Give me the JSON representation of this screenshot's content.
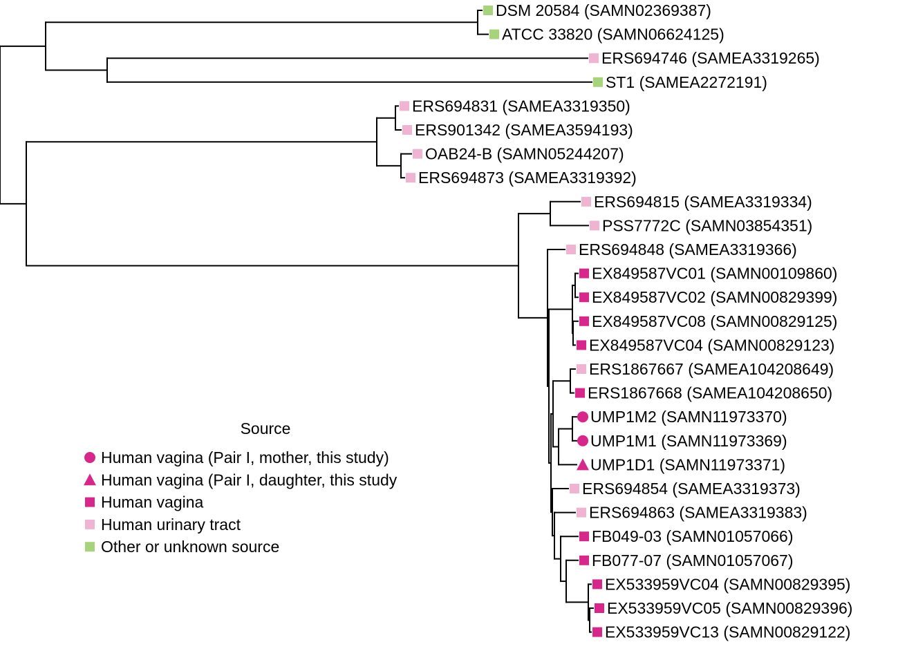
{
  "colors": {
    "vagina_this_study": "#d6288a",
    "vagina": "#d6288a",
    "urinary": "#eeb4d2",
    "other": "#a7d37c",
    "line": "#000000"
  },
  "tips": [
    {
      "id": "DSM",
      "label": "DSM 20584 (SAMN02369387)",
      "cat": "other",
      "shape": "square"
    },
    {
      "id": "ATCC",
      "label": "ATCC 33820 (SAMN06624125)",
      "cat": "other",
      "shape": "square"
    },
    {
      "id": "E746",
      "label": "ERS694746 (SAMEA3319265)",
      "cat": "urinary",
      "shape": "square"
    },
    {
      "id": "ST1",
      "label": "ST1 (SAMEA2272191)",
      "cat": "other",
      "shape": "square"
    },
    {
      "id": "E831",
      "label": "ERS694831 (SAMEA3319350)",
      "cat": "urinary",
      "shape": "square"
    },
    {
      "id": "E342",
      "label": "ERS901342 (SAMEA3594193)",
      "cat": "urinary",
      "shape": "square"
    },
    {
      "id": "OAB",
      "label": "OAB24-B (SAMN05244207)",
      "cat": "urinary",
      "shape": "square"
    },
    {
      "id": "E873",
      "label": "ERS694873 (SAMEA3319392)",
      "cat": "urinary",
      "shape": "square"
    },
    {
      "id": "E815",
      "label": "ERS694815 (SAMEA3319334)",
      "cat": "urinary",
      "shape": "square"
    },
    {
      "id": "PSS",
      "label": "PSS7772C (SAMN03854351)",
      "cat": "urinary",
      "shape": "square"
    },
    {
      "id": "E848",
      "label": "ERS694848 (SAMEA3319366)",
      "cat": "urinary",
      "shape": "square"
    },
    {
      "id": "V01",
      "label": "EX849587VC01 (SAMN00109860)",
      "cat": "vagina",
      "shape": "square"
    },
    {
      "id": "V02",
      "label": "EX849587VC02 (SAMN00829399)",
      "cat": "vagina",
      "shape": "square"
    },
    {
      "id": "V08",
      "label": "EX849587VC08 (SAMN00829125)",
      "cat": "vagina",
      "shape": "square"
    },
    {
      "id": "V04",
      "label": "EX849587VC04 (SAMN00829123)",
      "cat": "vagina",
      "shape": "square"
    },
    {
      "id": "E667",
      "label": "ERS1867667 (SAMEA104208649)",
      "cat": "urinary",
      "shape": "square"
    },
    {
      "id": "E668",
      "label": "ERS1867668 (SAMEA104208650)",
      "cat": "vagina",
      "shape": "square"
    },
    {
      "id": "M2",
      "label": "UMP1M2 (SAMN11973370)",
      "cat": "vagina_this_study",
      "shape": "circle"
    },
    {
      "id": "M1",
      "label": "UMP1M1 (SAMN11973369)",
      "cat": "vagina_this_study",
      "shape": "circle"
    },
    {
      "id": "D1",
      "label": "UMP1D1 (SAMN11973371)",
      "cat": "vagina_this_study",
      "shape": "triangle"
    },
    {
      "id": "E854",
      "label": "ERS694854 (SAMEA3319373)",
      "cat": "urinary",
      "shape": "square"
    },
    {
      "id": "E863",
      "label": "ERS694863 (SAMEA3319383)",
      "cat": "urinary",
      "shape": "square"
    },
    {
      "id": "FB049",
      "label": "FB049-03 (SAMN01057066)",
      "cat": "vagina",
      "shape": "square"
    },
    {
      "id": "FB077",
      "label": "FB077-07 (SAMN01057067)",
      "cat": "vagina",
      "shape": "square"
    },
    {
      "id": "C04",
      "label": "EX533959VC04 (SAMN00829395)",
      "cat": "vagina",
      "shape": "square"
    },
    {
      "id": "C05",
      "label": "EX533959VC05 (SAMN00829396)",
      "cat": "vagina",
      "shape": "square"
    },
    {
      "id": "C13",
      "label": "EX533959VC13 (SAMN00829122)",
      "cat": "vagina",
      "shape": "square"
    }
  ],
  "legend": {
    "title": "Source",
    "items": [
      {
        "label": "Human vagina (Pair I, mother, this study)",
        "shape": "circle",
        "cat": "vagina_this_study"
      },
      {
        "label": "Human vagina (Pair I, daughter, this study",
        "shape": "triangle",
        "cat": "vagina_this_study"
      },
      {
        "label": "Human vagina",
        "shape": "square",
        "cat": "vagina"
      },
      {
        "label": "Human urinary tract",
        "shape": "square",
        "cat": "urinary"
      },
      {
        "label": "Other or unknown source",
        "shape": "square",
        "cat": "other"
      }
    ]
  }
}
